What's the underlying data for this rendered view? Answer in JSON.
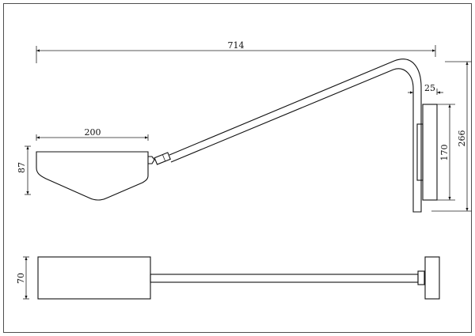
{
  "dimensions": {
    "total_length": "714",
    "shade_width": "200",
    "shade_height": "87",
    "wall_offset": "25",
    "plate_height": "170",
    "total_height": "266",
    "shade_depth": "70"
  },
  "colors": {
    "line": "#111111",
    "background": "#ffffff"
  }
}
